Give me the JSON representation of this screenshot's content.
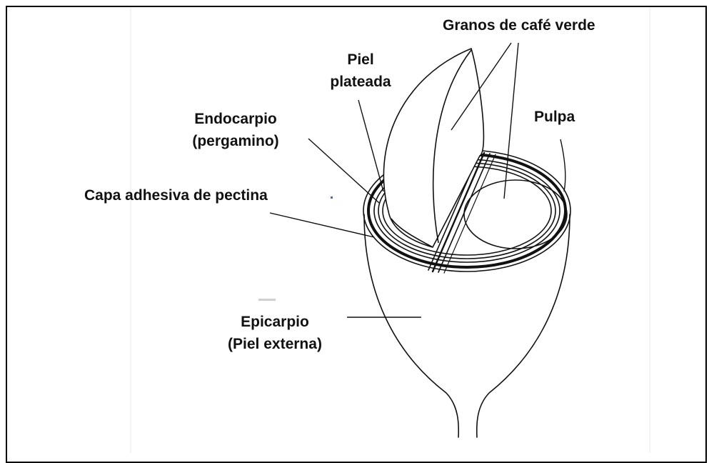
{
  "labels": {
    "green_beans": "Granos de café verde",
    "silver_skin_1": "Piel",
    "silver_skin_2": "plateada",
    "endocarp_1": "Endocarpio",
    "endocarp_2": "(pergamino)",
    "pulp": "Pulpa",
    "pectin_layer": "Capa adhesiva de pectina",
    "epicarp_1": "Epicarpio",
    "epicarp_2": "(Piel externa)"
  }
}
